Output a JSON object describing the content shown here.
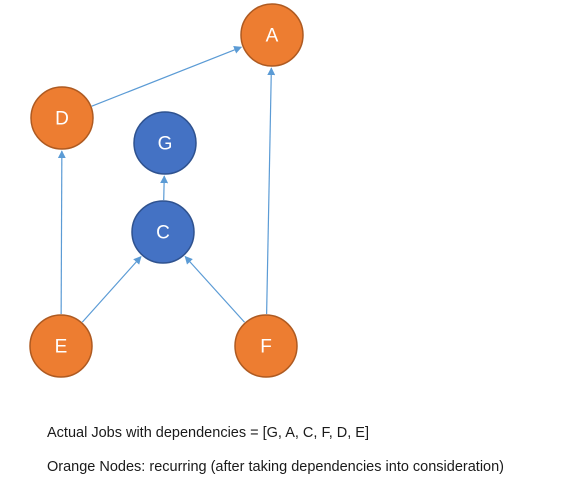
{
  "colors": {
    "recurring_fill": "#ED7D31",
    "recurring_stroke": "#AE5A21",
    "regular_fill": "#4472C4",
    "regular_stroke": "#2F528F",
    "edge": "#5B9BD5"
  },
  "nodes": [
    {
      "id": "A",
      "label": "A",
      "kind": "recurring"
    },
    {
      "id": "D",
      "label": "D",
      "kind": "recurring"
    },
    {
      "id": "G",
      "label": "G",
      "kind": "regular"
    },
    {
      "id": "C",
      "label": "C",
      "kind": "regular"
    },
    {
      "id": "E",
      "label": "E",
      "kind": "recurring"
    },
    {
      "id": "F",
      "label": "F",
      "kind": "recurring"
    }
  ],
  "edges": [
    {
      "from": "D",
      "to": "A"
    },
    {
      "from": "F",
      "to": "A"
    },
    {
      "from": "E",
      "to": "D"
    },
    {
      "from": "C",
      "to": "G"
    },
    {
      "from": "E",
      "to": "C"
    },
    {
      "from": "F",
      "to": "C"
    }
  ],
  "captions": {
    "jobs": "Actual Jobs with dependencies = [G, A, C, F, D, E]",
    "legend": "Orange Nodes: recurring (after taking dependencies into consideration)"
  }
}
